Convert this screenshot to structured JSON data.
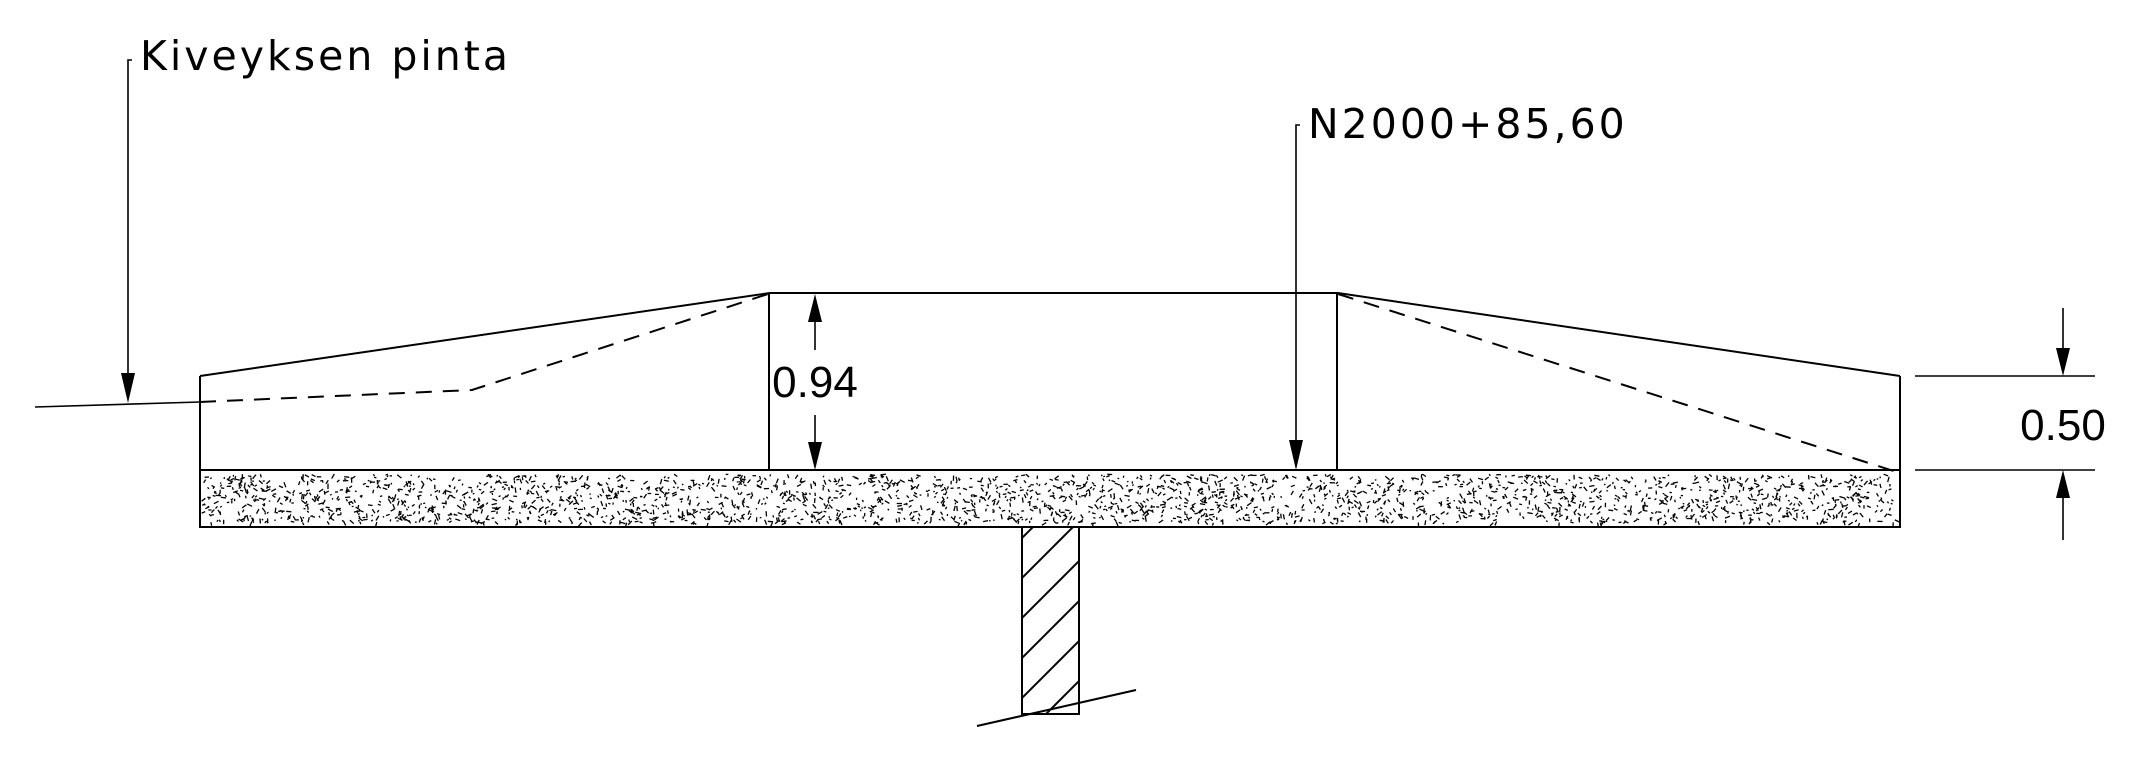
{
  "labels": {
    "surface_label": "Kiveyksen pinta",
    "elevation_label": "N2000+85,60"
  },
  "dimensions": {
    "center_height": "0.94",
    "edge_height": "0.50"
  },
  "colors": {
    "line": "#000000",
    "background": "#ffffff"
  }
}
